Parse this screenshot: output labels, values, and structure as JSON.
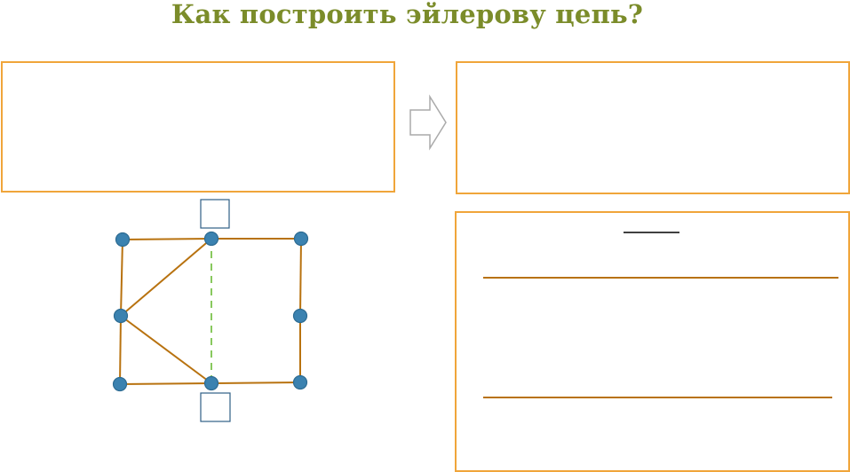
{
  "title": "Как построить эйлерову цепь?",
  "colors": {
    "title": "#7b8c2a",
    "box_border": "#f0a53a",
    "edge": "#b8720f",
    "dashed_edge": "#7cc34c",
    "vertex_fill": "#3b82b0",
    "vertex_stroke": "#2d6b92",
    "label_box": "#2f5f86",
    "arrow": "#aaaaaa",
    "short_line": "#000000",
    "long_line": "#b8720f"
  },
  "icons": {
    "arrow": "right-arrow-outline-icon"
  },
  "graph": {
    "vertices": [
      "top-left",
      "top-middle",
      "top-right",
      "middle-left",
      "middle-right",
      "bottom-left",
      "bottom-middle",
      "bottom-right"
    ],
    "edges": [
      [
        "top-left",
        "top-middle"
      ],
      [
        "top-middle",
        "top-right"
      ],
      [
        "top-left",
        "middle-left"
      ],
      [
        "middle-left",
        "top-middle"
      ],
      [
        "middle-left",
        "bottom-middle"
      ],
      [
        "middle-left",
        "bottom-left"
      ],
      [
        "bottom-left",
        "bottom-middle"
      ],
      [
        "bottom-middle",
        "bottom-right"
      ],
      [
        "top-right",
        "middle-right"
      ],
      [
        "middle-right",
        "bottom-right"
      ]
    ],
    "dashed_edges": [
      [
        "top-middle",
        "bottom-middle"
      ]
    ],
    "label_boxes": [
      "above-top-middle",
      "below-bottom-middle"
    ]
  }
}
